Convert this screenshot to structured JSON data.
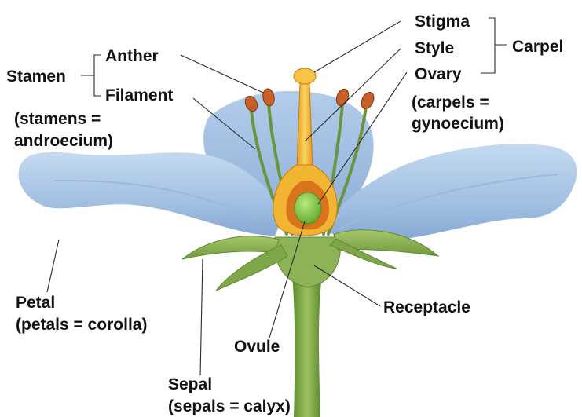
{
  "labels": {
    "stigma": "Stigma",
    "style": "Style",
    "ovary": "Ovary",
    "carpel": "Carpel",
    "carpels_note_1": "(carpels =",
    "carpels_note_2": "gynoecium)",
    "anther": "Anther",
    "filament": "Filament",
    "stamen": "Stamen",
    "stamens_note_1": "(stamens =",
    "stamens_note_2": "androecium)",
    "petal": "Petal",
    "petals_note": "(petals = corolla)",
    "sepal": "Sepal",
    "sepals_note": "(sepals = calyx)",
    "ovule": "Ovule",
    "receptacle": "Receptacle"
  },
  "colors": {
    "petal": "#a9c7e6",
    "petal_shadow": "#7fa3cf",
    "sepal": "#8fb356",
    "stem": "#6f9a3d",
    "carpel": "#f2b531",
    "ovary_wall": "#d9731c",
    "ovule": "#7cc443",
    "anther": "#c8602a",
    "filament": "#6c9440"
  }
}
